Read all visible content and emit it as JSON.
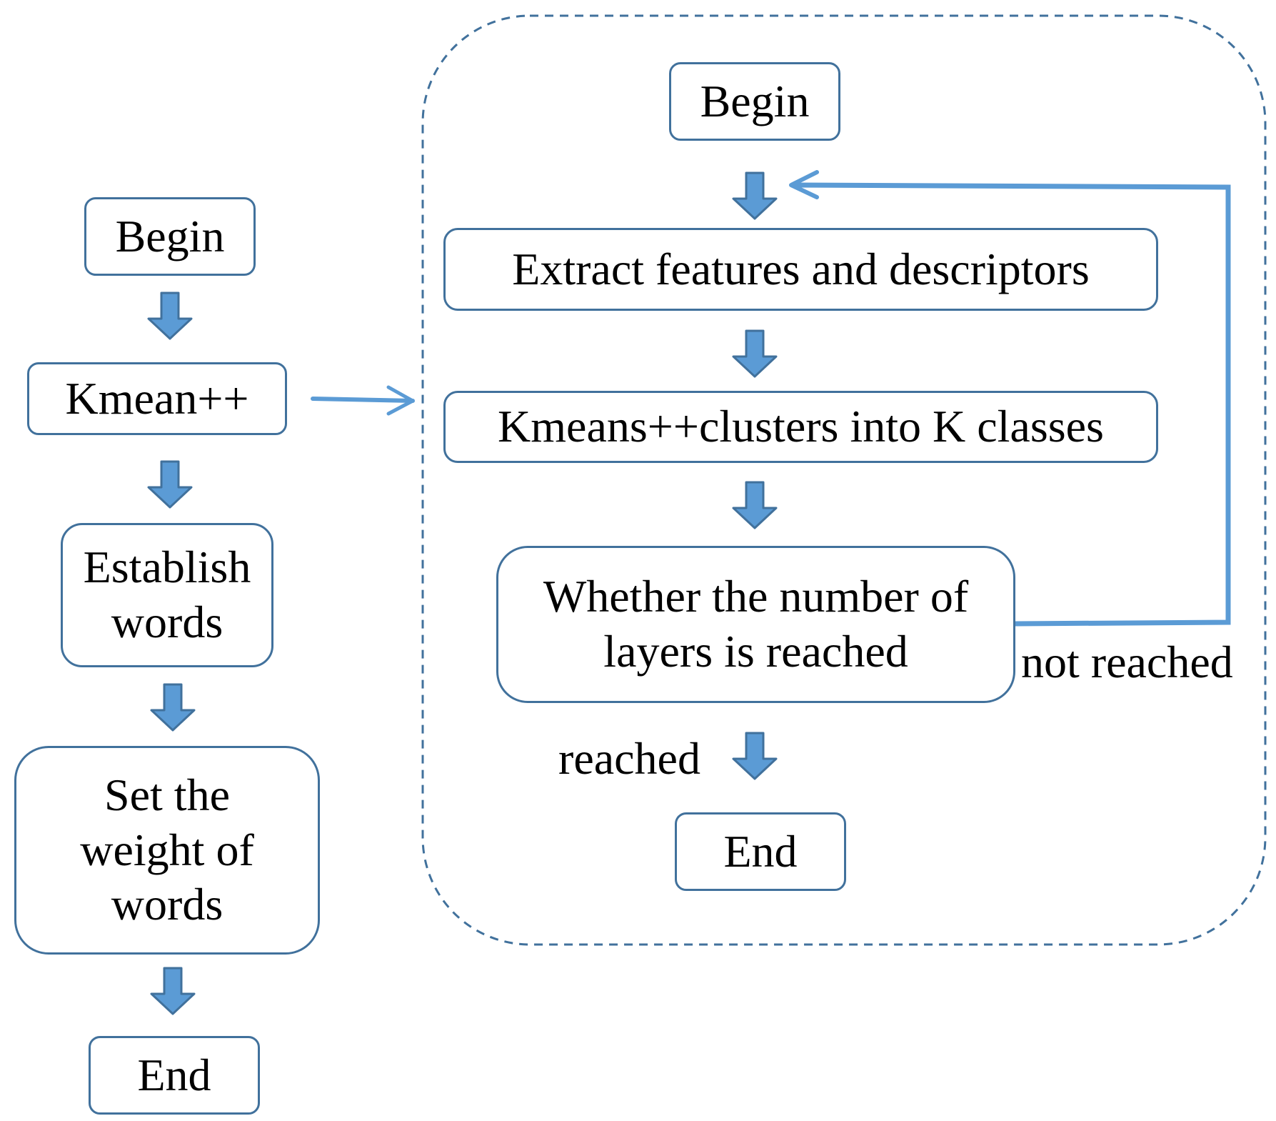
{
  "left_flow": {
    "begin": "Begin",
    "kmean": "Kmean++",
    "establish": "Establish\nwords",
    "set_weight": "Set the\nweight of\nwords",
    "end": "End"
  },
  "right_flow": {
    "begin": "Begin",
    "extract": "Extract features and descriptors",
    "kmeans_cluster": "Kmeans++clusters into K classes",
    "decision": "Whether the number of\nlayers is reached",
    "not_reached": "not reached",
    "reached": "reached",
    "end": "End"
  },
  "colors": {
    "box_border": "#41719c",
    "arrow_fill": "#5b9bd5",
    "arrow_stroke": "#41719c",
    "connector": "#5b9bd5",
    "dashed_frame": "#41719c"
  }
}
